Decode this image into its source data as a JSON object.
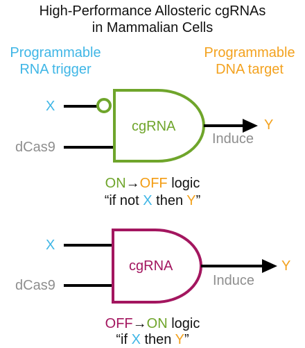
{
  "title": {
    "line1": "High-Performance Allosteric cgRNAs",
    "line2": "in Mammalian Cells"
  },
  "left_header": {
    "line1": "Programmable",
    "line2": "RNA trigger"
  },
  "right_header": {
    "line1": "Programmable",
    "line2": "DNA target"
  },
  "gate1": {
    "label": "cgRNA",
    "input_x": "X",
    "input_dcas9": "dCas9",
    "output": "Y",
    "induce": "Induce",
    "logic_from": "ON",
    "logic_arrow": "→",
    "logic_to": "OFF",
    "logic_word": "logic",
    "rule_open": "“if not ",
    "rule_x": "X",
    "rule_mid": " then ",
    "rule_y": "Y",
    "rule_close": "”"
  },
  "gate2": {
    "label": "cgRNA",
    "input_x": "X",
    "input_dcas9": "dCas9",
    "output": "Y",
    "induce": "Induce",
    "logic_from": "OFF",
    "logic_arrow": "→",
    "logic_to": "ON",
    "logic_word": "logic",
    "rule_open": "“if ",
    "rule_x": "X",
    "rule_mid": " then ",
    "rule_y": "Y",
    "rule_close": "”"
  },
  "colors": {
    "blue": "#3fb6e6",
    "orange": "#f3a21f",
    "green": "#6fa52b",
    "magenta": "#a3165f",
    "grey": "#8e8e8e"
  }
}
